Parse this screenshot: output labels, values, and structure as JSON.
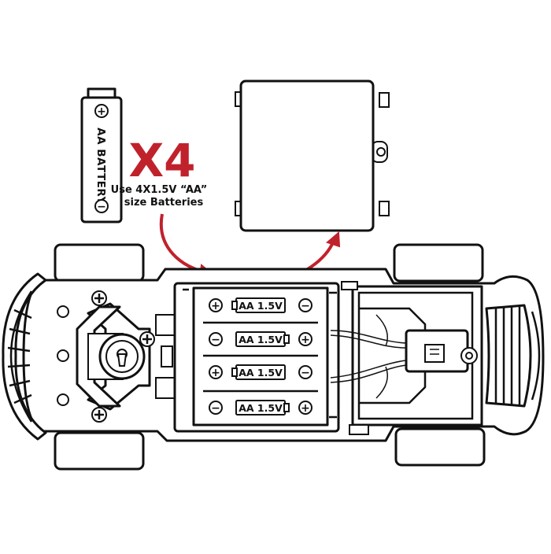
{
  "battery_icon": {
    "label": "AA BATTERY",
    "plus": "+",
    "minus": "−"
  },
  "multiplier": "X4",
  "instruction": {
    "line1": "Use 4X1.5V “AA”",
    "line2": "size Batteries"
  },
  "slots": [
    {
      "label": "AA 1.5V",
      "left": "+",
      "right": "−"
    },
    {
      "label": "AA 1.5V",
      "left": "−",
      "right": "+"
    },
    {
      "label": "AA 1.5V",
      "left": "+",
      "right": "−"
    },
    {
      "label": "AA 1.5V",
      "left": "−",
      "right": "+"
    }
  ],
  "colors": {
    "accent": "#c0222c",
    "ink": "#111111",
    "paper": "#ffffff"
  }
}
